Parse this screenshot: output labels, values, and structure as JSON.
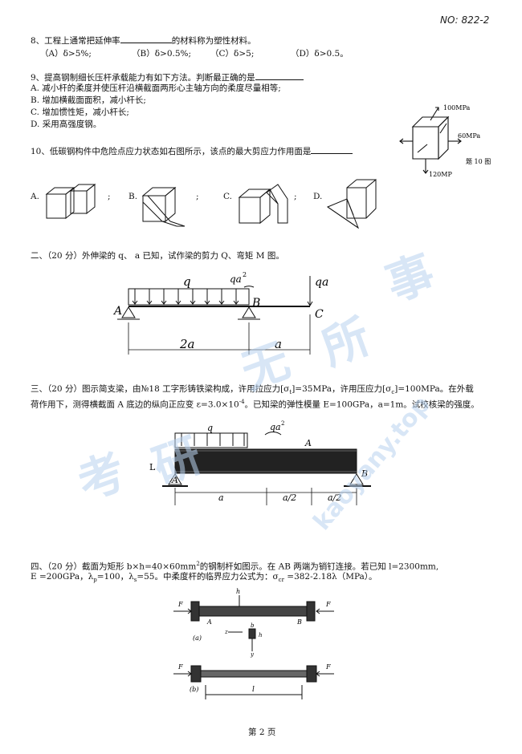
{
  "header": {
    "page_no": "NO: 822-2"
  },
  "q8": {
    "stem_a": "8、工程上通常把延伸率",
    "stem_b": "的材料称为塑性材料。",
    "options": [
      "（A）δ>5%;",
      "（B）δ>0.5%;",
      "（C）δ>5;",
      "（D）δ>0.5。"
    ]
  },
  "q9": {
    "stem": "9、提高钢制细长压杆承载能力有如下方法。判断最正确的是",
    "options": [
      "A.  减小杆的柔度并使压杆沿横截面两形心主轴方向的柔度尽量相等;",
      "B.  增加横截面面积，减小杆长;",
      "C.  增加惯性矩，减小杆长;",
      "D.  采用高强度钢。"
    ]
  },
  "q10": {
    "stem": "10、低碳钢构件中危险点应力状态如右图所示，该点的最大剪应力作用面是",
    "fig_labels": {
      "top": "100MPa",
      "right": "60MPa",
      "bottom": "120MP",
      "caption": "题 10 图"
    },
    "choice_labels": [
      "A.",
      "B.",
      "C.",
      "D."
    ],
    "separators": [
      ";",
      ";",
      ";"
    ]
  },
  "q2": {
    "title": "二、（20 分）外伸梁的 q、 a 已知，试作梁的剪力 Q、弯矩 M 图。",
    "labels": {
      "q": "q",
      "qa2": "qa",
      "qa2_exp": "2",
      "qa": "qa",
      "A": "A",
      "B": "B",
      "C": "C",
      "span1": "2a",
      "span2": "a"
    }
  },
  "q3": {
    "line1": "三、（20 分）图示简支梁，由№18 工字形铸铁梁构成，许用拉应力[σ",
    "line1_sub": "t",
    "line1_b": "]=35MPa，许用压应力[σ",
    "line1_sub2": "c",
    "line1_c": "]=100MPa。在外载",
    "line2": "荷作用下，测得横截面 A 底边的纵向正应变 ε=3.0×10",
    "line2_sup": "-4",
    "line2_b": "。已知梁的弹性模量 E=100GPa，a=1m。试校核梁的强度。",
    "labels": {
      "L": "L",
      "q": "q",
      "qa2": "qa",
      "qa2_exp": "2",
      "A_left": "A",
      "A_mid": "A",
      "B": "B",
      "span_a": "a",
      "span_a2": "a/2",
      "span_a2b": "a/2"
    }
  },
  "q4": {
    "line1": "四、（20 分）截面为矩形 b×h=40×60mm",
    "line1_sup": "2",
    "line1_b": "的钢制杆如图示。在 AB 两端为销钉连接。若已知 l=2300mm,",
    "line2": "E =200GPa，λ",
    "line2_sub1": "p",
    "line2_b": "=100，λ",
    "line2_sub2": "s",
    "line2_c": "=55。中柔度杆的临界应力公式为：σ",
    "line2_sub3": "cr",
    "line2_d": " =382-2.18λ（MPa）。",
    "labels": {
      "F": "F",
      "A": "A",
      "B": "B",
      "h": "h",
      "b": "b",
      "z": "z",
      "y": "y",
      "fig_a": "(a)",
      "fig_b": "(b)",
      "l": "l"
    }
  },
  "footer": {
    "page": "第 2 页"
  },
  "watermark": {
    "chars": [
      "考",
      "研",
      "无",
      "所",
      "事"
    ],
    "url": "kaoyany.top"
  }
}
